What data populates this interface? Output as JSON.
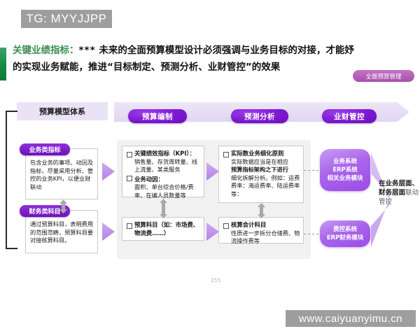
{
  "watermarks": {
    "top": "TG: MYYJJPP",
    "bottom": "www.caiyuanyimu.cn"
  },
  "headline": {
    "lead": "关键业绩指标：",
    "stars": "***",
    "body": " 未来的全面预算模型设计必须强调与业务目标的对接，才能妤的实现业务赋能，推进“目标制定、预测分析、业财管控”的效果",
    "badge": "全面预算管理"
  },
  "banner": {
    "left_header": "预算模型体系",
    "stages": [
      {
        "label": "预算编制"
      },
      {
        "label": "预测分析"
      },
      {
        "label": "业财管控"
      }
    ]
  },
  "left_column": {
    "business": {
      "tag": "业务类指标",
      "text": "包含业务的事项、动因及 指标，尽量采用分析、管 控的业务KPI，以便业财 联动"
    },
    "finance": {
      "tag": "财务类科目",
      "text": "通过预算科目，表明费用 的范围范畴，预算科目要 对接核算科目。"
    }
  },
  "budget_column": {
    "kpi_card": {
      "item1_title": "关键绩效指标（KPI）：",
      "item1_text": "销售量、存货周转量、线上流量、某类服务",
      "item2_title": "业务动因：",
      "item2_text": "面积、单台综合价格/费率、在编人员数量等"
    },
    "subject_card": {
      "title": "预算科目（如：市场费、物流费……）"
    }
  },
  "forecast_column": {
    "actual_card": {
      "title": "实际数业务细化原则",
      "text_a": "实际数据应当是在相应",
      "text_b": "预算指标架构之下进行",
      "text_c": "细化拆解分析。例如：运费费率：海运费率、陆运费率等："
    },
    "account_card": {
      "title": "核算会计科目",
      "text": "性质进一步拆分仓储费、物流操作费等"
    }
  },
  "systems": {
    "business_erp": "业务系统\nERP系统\n相关业务模块",
    "finance_erp": "费控系统\nERP财务模块"
  },
  "outcome": {
    "strong": "在业务层面、财务层面",
    "soft": "联动管控"
  },
  "page_number": "155",
  "colors": {
    "purple_pill": "#7d19d0",
    "purple_tag": "#8f2fd8",
    "lilac_chevron": "#b583e6",
    "banner_bg": "#e0d6f2",
    "grey_panel": "#f1f1f1",
    "green_accent": "#148a42",
    "watermark_grey": "#9e9e9e",
    "badge_pink": "#b55db8"
  }
}
